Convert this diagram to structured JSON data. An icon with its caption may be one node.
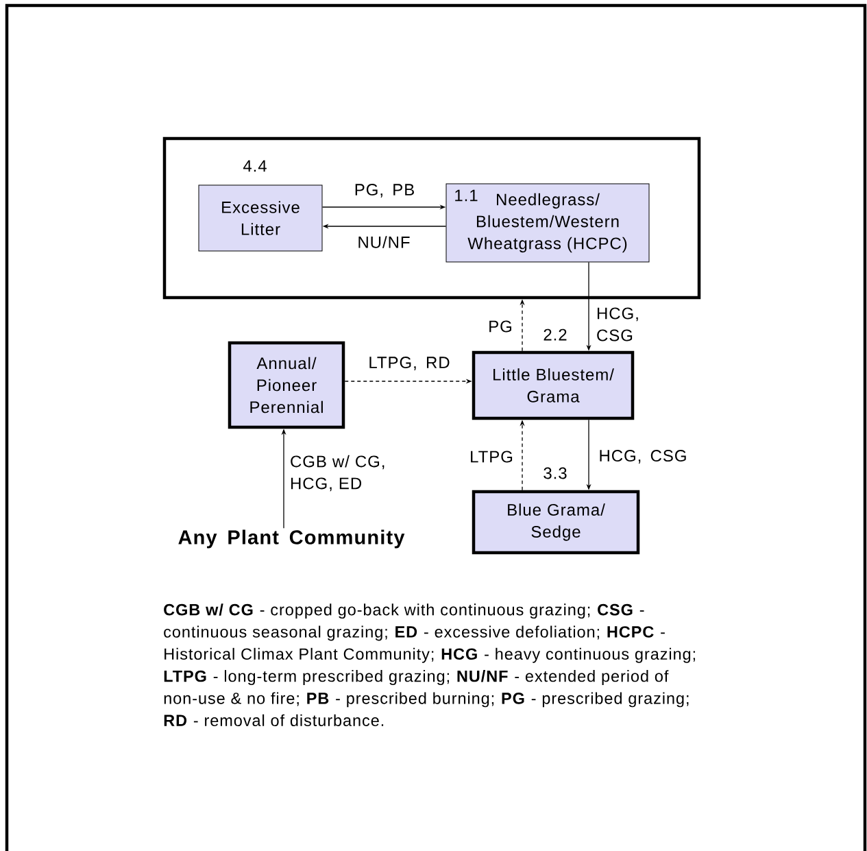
{
  "diagram": {
    "nodes": [
      {
        "text": [],
        "shape": "box"
      },
      {
        "text": [
          "Excessive Litter"
        ],
        "in": 0,
        "beside": [
          "4.4"
        ]
      },
      {
        "text": [
          "1.1",
          "Needlegrass/ Bluestem/Western Wheatgrass (HCPC)"
        ],
        "in": 0
      },
      {
        "text": [
          "Annual/ Pioneer Perennial"
        ]
      },
      {
        "text": [
          "Little Bluestem/ Grama"
        ],
        "beside": [
          "2.2"
        ]
      },
      {
        "text": [
          "Blue Grama/ Sedge"
        ],
        "beside": [
          "3.3"
        ]
      },
      {
        "text": [
          "Any Plant Community"
        ]
      }
    ],
    "edges": [
      {
        "from": 1,
        "to": 2,
        "arrow": "to",
        "label": "PG, PB"
      },
      {
        "from": 2,
        "to": 1,
        "arrow": "to",
        "label": "NU/NF"
      },
      {
        "from": 2,
        "to": 4,
        "arrow": "to",
        "label": "HCG, CSG"
      },
      {
        "from": 4,
        "to": 0,
        "arrow": "to",
        "label": "PG",
        "style": "dashed"
      },
      {
        "from": 3,
        "to": 4,
        "arrow": "to",
        "label": "LTPG, RD",
        "style": "dashed"
      },
      {
        "from": 6,
        "to": 3,
        "arrow": "to",
        "label": "CGB w/ CG, HCG, ED"
      },
      {
        "from": 4,
        "to": 5,
        "arrow": "to",
        "label": "HCG, CSG"
      },
      {
        "from": 5,
        "to": 4,
        "arrow": "to",
        "label": "LTPG",
        "style": "dashed"
      }
    ],
    "labels": [
      "**CGB w/ CG** - cropped go-back with continuous grazing; **CSG** - continuous seasonal grazing; **ED** - excessive defoliation; **HCPC** - Historical Climax Plant Community; **HCG** - heavy continuous grazing; **LTPG** - long-term prescribed grazing; **NU/NF** - extended period of non-use & no fire; **PB** - prescribed burning; **PG** - prescribed grazing; **RD** - removal of disturbance."
    ]
  }
}
